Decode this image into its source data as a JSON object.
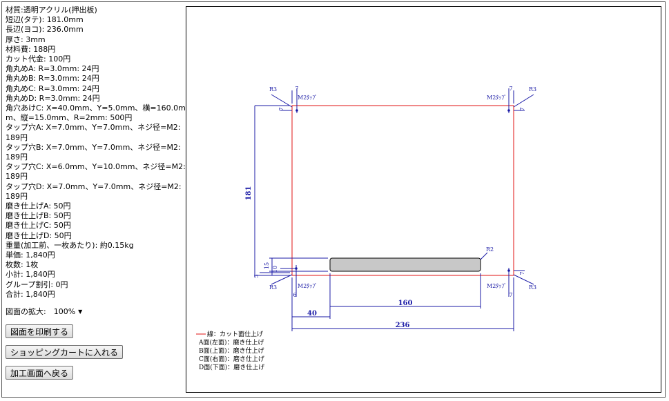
{
  "specs": [
    "材質:透明アクリル(押出板)",
    "短辺(タテ): 181.0mm",
    "長辺(ヨコ): 236.0mm",
    "厚さ: 3mm",
    "材料費: 188円",
    "カット代金: 100円",
    "角丸めA: R=3.0mm: 24円",
    "角丸めB: R=3.0mm: 24円",
    "角丸めC: R=3.0mm: 24円",
    "角丸めD: R=3.0mm: 24円",
    "角穴あけC: X=40.0mm、Y=5.0mm、横=160.0mm、縦=15.0mm、R=2mm: 500円",
    "タップ穴A: X=7.0mm、Y=7.0mm、ネジ径=M2: 189円",
    "タップ穴B: X=7.0mm、Y=7.0mm、ネジ径=M2: 189円",
    "タップ穴C: X=6.0mm、Y=10.0mm、ネジ径=M2: 189円",
    "タップ穴D: X=7.0mm、Y=7.0mm、ネジ径=M2: 189円",
    "磨き仕上げA: 50円",
    "磨き仕上げB: 50円",
    "磨き仕上げC: 50円",
    "磨き仕上げD: 50円",
    "重量(加工前、一枚あたり): 約0.15kg",
    "単価: 1,840円",
    "枚数: 1枚",
    "小計: 1,840円",
    "グループ割引: 0円",
    "合計: 1,840円"
  ],
  "zoom": {
    "label": "図面の拡大:",
    "value": "100%"
  },
  "buttons": {
    "print": "図面を印刷する",
    "cart": "ショッピングカートに入れる",
    "back": "加工画面へ戻る"
  },
  "drawing": {
    "dims": {
      "height": "181",
      "width": "236",
      "slot_width": "160",
      "slot_x": "40",
      "slot_h": "15",
      "slot_y": "5",
      "tap_c_y": "10",
      "tap_c_x": "6",
      "tap_a_x": "7",
      "tap_b_x": "7",
      "tap_d_x": "7",
      "tap_d_y": "7",
      "tap_a_y": "7",
      "tap_b_y": "7",
      "r3": "R3",
      "r2": "R2",
      "tap_label": "M2ﾀｯﾌﾟ"
    },
    "legend": [
      "線：カット面仕上げ",
      "A面(左面)：磨き仕上げ",
      "B面(上面)：磨き仕上げ",
      "C面(右面)：磨き仕上げ",
      "D面(下面)：磨き仕上げ"
    ]
  },
  "colors": {
    "cut_line": "#e01010",
    "dimension": "#1a1aa6",
    "slot_fill": "#c8c8c8"
  }
}
